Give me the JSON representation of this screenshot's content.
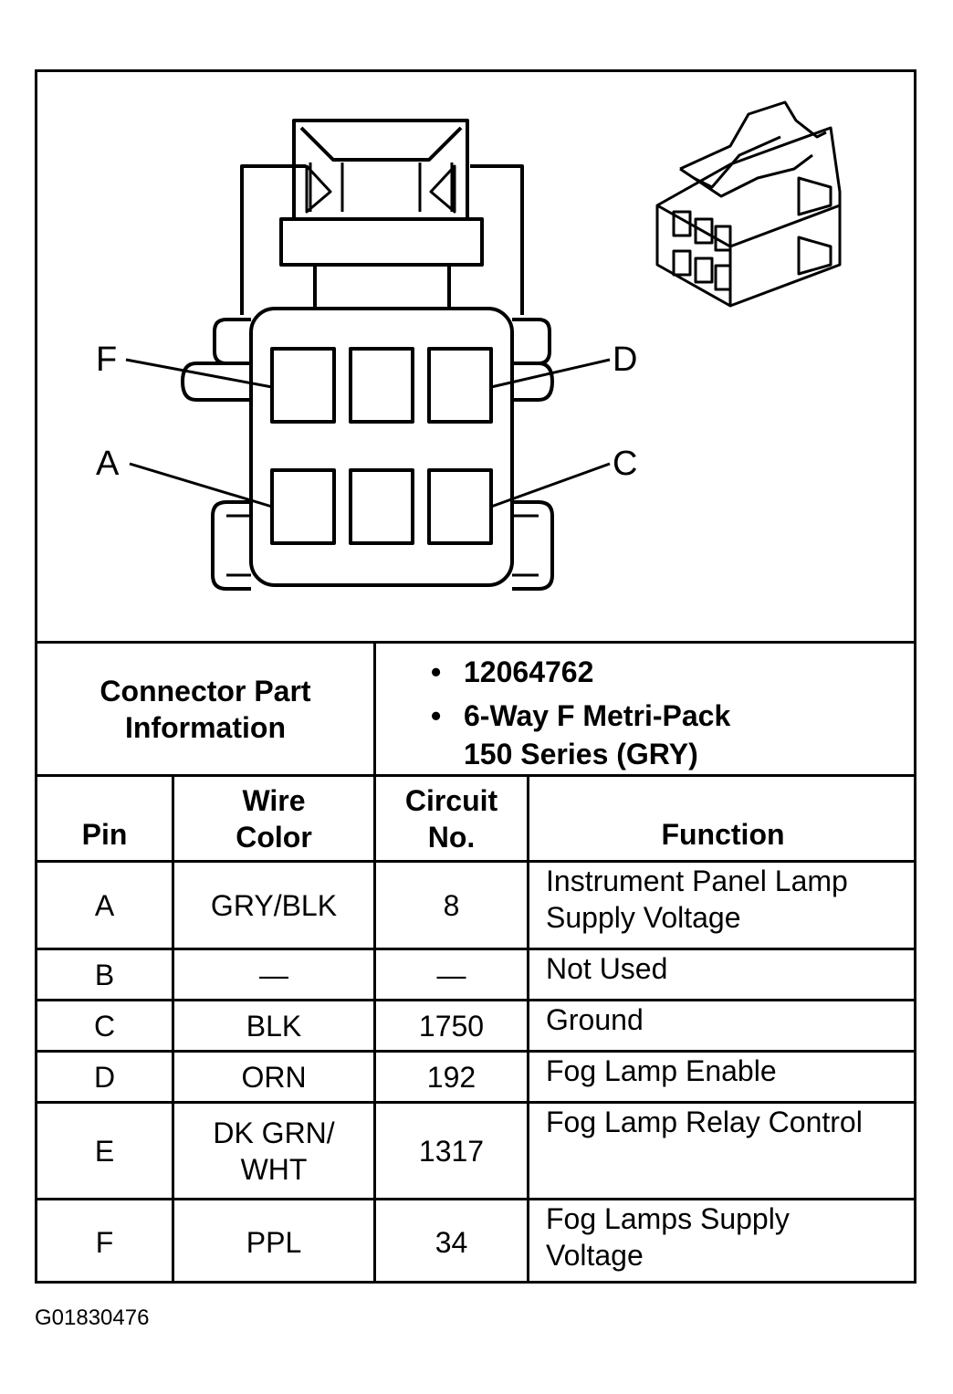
{
  "pin_labels": {
    "F": "F",
    "D": "D",
    "A": "A",
    "C": "C"
  },
  "part_info": {
    "label_line1": "Connector Part",
    "label_line2": "Information",
    "bullet": "•",
    "part_number": "12064762",
    "description_line1": "6-Way F Metri-Pack",
    "description_line2": "150 Series (GRY)"
  },
  "table": {
    "headers": {
      "pin": "Pin",
      "wire_color_line1": "Wire",
      "wire_color_line2": "Color",
      "circuit_line1": "Circuit",
      "circuit_line2": "No.",
      "function": "Function"
    },
    "rows": [
      {
        "pin": "A",
        "wire_line1": "GRY/BLK",
        "wire_line2": "",
        "circuit": "8",
        "function_line1": "Instrument Panel Lamp",
        "function_line2": "Supply Voltage"
      },
      {
        "pin": "B",
        "wire_line1": "—",
        "wire_line2": "",
        "circuit": "—",
        "function_line1": "Not Used",
        "function_line2": ""
      },
      {
        "pin": "C",
        "wire_line1": "BLK",
        "wire_line2": "",
        "circuit": "1750",
        "function_line1": "Ground",
        "function_line2": ""
      },
      {
        "pin": "D",
        "wire_line1": "ORN",
        "wire_line2": "",
        "circuit": "192",
        "function_line1": "Fog Lamp Enable",
        "function_line2": ""
      },
      {
        "pin": "E",
        "wire_line1": "DK GRN/",
        "wire_line2": "WHT",
        "circuit": "1317",
        "function_line1": "Fog Lamp Relay Control",
        "function_line2": ""
      },
      {
        "pin": "F",
        "wire_line1": "PPL",
        "wire_line2": "",
        "circuit": "34",
        "function_line1": "Fog Lamps Supply",
        "function_line2": "Voltage"
      }
    ]
  },
  "figure_id": "G01830476"
}
